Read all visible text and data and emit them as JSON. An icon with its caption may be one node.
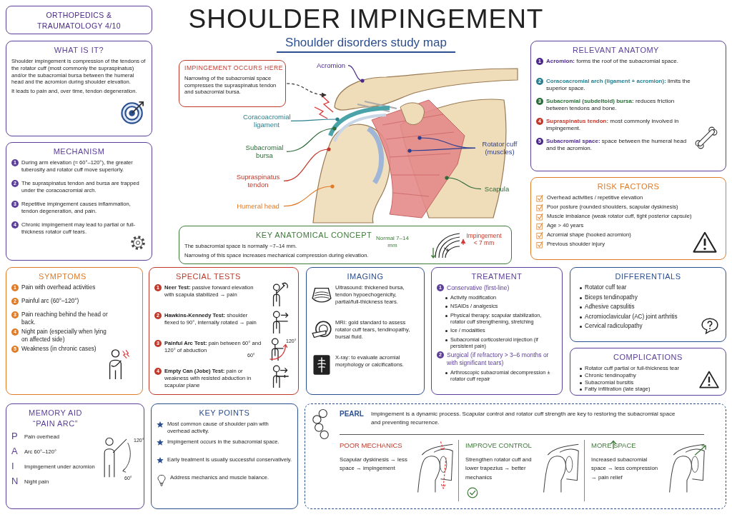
{
  "diagram": {
    "title": "SHOULDER IMPINGEMENT",
    "nodes": [
      {
        "text": [
          "ORTHOPEDICS & TRAUMATOLOGY 4/10"
        ]
      },
      {
        "text": [
          "WHAT IS IT?",
          "Shoulder impingement is compression of the tendons of the rotator cuff (most commonly the supraspinatus) and/or the subacromial bursa between the humeral head and the acromion during shoulder elevation.",
          "It leads to pain and, over time, tendon degeneration."
        ]
      },
      {
        "text": [
          "IMPINGEMENT OCCURS HERE",
          "Narrowing of the subacromial space compresses the supraspinatus tendon and subacromial bursa."
        ]
      },
      {
        "text": [
          "Acromion"
        ]
      },
      {
        "text": [
          "Coracoacromial ligament"
        ]
      },
      {
        "text": [
          "Subacromial bursa"
        ]
      },
      {
        "text": [
          "Supraspinatus tendon"
        ]
      },
      {
        "text": [
          "Humeral head"
        ]
      },
      {
        "text": [
          "Rotator cuff (muscles)"
        ]
      },
      {
        "text": [
          "Scapula"
        ]
      },
      {
        "text": [
          "RELEVANT ANATOMY",
          "1",
          "**Acromion:** forms the roof of the subacromial space.",
          "2",
          "**Coracoacromial arch (ligament + acromion):** limits the superior space.",
          "3",
          "**Subacromial (subdeltoid) bursa:** reduces friction between tendons and bone.",
          "4",
          "**Supraspinatus tendon:** most commonly involved in impingement.",
          "5",
          "**Subacromial space:** space between the humeral head and the acromion."
        ]
      },
      {
        "text": [
          "MECHANISM",
          "1",
          "During arm elevation (≈ 60°–120°), the greater tuberosity and rotator cuff move superiorly.",
          "2",
          "The supraspinatus tendon and bursa are trapped under the coracoacromial arch.",
          "3",
          "Repetitive impingement causes inflammation, tendon degeneration, and pain.",
          "4",
          "Chronic impingement may lead to partial or full-thickness rotator cuff tears."
        ]
      },
      {
        "text": [
          "KEY ANATOMICAL CONCEPT",
          "The subacromial space is normally ~7–14 mm.",
          "Narrowing of this space increases mechanical compression during elevation."
        ]
      },
      {
        "text": [],
        "shape": "picture",
        "in": 12,
        "beside": [
          "Normal 7–14 mm"
        ]
      },
      {
        "text": [
          "Impingement < 7 mm"
        ],
        "in": 12
      },
      {
        "text": [
          "RISK FACTORS",
          "Overhead activities / repetitive elevation",
          "Poor posture (rounded shoulders, scapular dyskinesis)",
          "Muscle imbalance (weak rotator cuff, tight posterior capsule)",
          "Age > 40 years",
          "Acromial shape (hooked acromion)",
          "Previous shoulder injury"
        ]
      },
      {
        "text": [
          "SYMPTOMS",
          "1",
          "Pain with overhead activities",
          "2",
          "Painful arc (60°–120°)",
          "3",
          "Pain reaching behind the head or back.",
          "4",
          "Night pain (especially when lying on affected side)",
          "5",
          "Weakness (in chronic cases)"
        ]
      },
      {
        "text": [
          "SPECIAL TESTS",
          "1",
          "**Neer Test:** passive forward elevation with scapula stabilized → pain",
          "2",
          "**Hawkins-Kennedy Test:** shoulder flexed to 90°, internally rotated → pain",
          "3",
          "**Painful Arc Test:** pain between 60° and 120° of abduction",
          "4",
          "**Empty Can (Jobe) Test:** pain or weakness with resisted abduction in scapular plane"
        ]
      },
      {
        "text": [
          "IMAGING",
          "Ultrasound: thickened bursa, tendon hypoechogenicity, partial/full-thickness tears.",
          "MRI: gold standard to assess rotator cuff tears, tendinopathy, bursal fluid.",
          "X-ray: to evaluate acromial morphology or calcifications."
        ]
      },
      {
        "text": [
          "TREATMENT",
          "1",
          "Conservative (first-line)",
          "Activity modification",
          "NSAIDs / analgesics",
          "Physical therapy: scapular stabilization, rotator cuff strengthening, stretching",
          "Ice / modalities",
          "Subacromial corticosteroid injection (if persistent pain)",
          "2",
          "Surgical (if refractory > 3–6 months or with significant tears)",
          "Arthroscopic subacromial decompression ± rotator cuff repair"
        ]
      },
      {
        "text": [
          "DIFFERENTIALS",
          "Rotator cuff tear",
          "Biceps tendinopathy",
          "Adhesive capsulitis",
          "Acromioclavicular (AC) joint arthritis",
          "Cervical radiculopathy"
        ]
      },
      {
        "text": [
          "COMPLICATIONS",
          "Rotator cuff partial or full-thickness tear",
          "Chronic tendinopathy",
          "Subacromial bursitis",
          "Fatty infiltration (late stage)"
        ]
      },
      {
        "text": [
          "MEMORY AID",
          "“PAIN ARC”",
          "P",
          "Pain overhead",
          "A",
          "Arc 60°–120°",
          "I",
          "Impingement under acromion",
          "N",
          "Night pain"
        ]
      },
      {
        "text": [
          "KEY POINTS",
          "Most common cause of shoulder pain with overhead activity.",
          "Impingement occurs in the subacromial space.",
          "Early treatment is usually successful conservatively.",
          "Address mechanics and muscle balance."
        ]
      },
      {
        "text": [
          "PEARL",
          "Impingement is a dynamic process. Scapular control and rotator cuff strength are key to restoring the subacromial space and preventing recurrence.",
          "POOR MECHANICS",
          "Scapular dyskinesis → less space → impingement",
          "IMPROVE CONTROL",
          "Strengthen rotator cuff and lower trapezius → better mechanics",
          "MORE SPACE",
          "Increased subacromial space → less compression → pain relief"
        ]
      }
    ],
    "edges": [
      {
        "from": 2,
        "to": null,
        "arrow": "to",
        "style": "dashed",
        "color": "#333333"
      },
      {
        "from": 3,
        "to": null,
        "arrow": "other",
        "color": "#4b2a8a"
      },
      {
        "from": 4,
        "to": null,
        "arrow": "other",
        "color": "#2a7f8f"
      },
      {
        "from": 5,
        "to": null,
        "arrow": "other",
        "color": "#2e6b3a"
      },
      {
        "from": 6,
        "to": null,
        "arrow": "other",
        "color": "#c0392b"
      },
      {
        "from": 7,
        "to": null,
        "arrow": "other",
        "color": "#e07b28"
      },
      {
        "from": 8,
        "to": null,
        "arrow": "other",
        "color": "#2c3e8f"
      },
      {
        "from": 8,
        "to": null,
        "arrow": "other",
        "color": "#2c3e8f"
      },
      {
        "from": 9,
        "to": null,
        "arrow": "other",
        "color": "#2e6b3a"
      },
      {
        "from": 13,
        "to": 14,
        "arrow": "to",
        "color": "#d63a3a"
      }
    ],
    "labels": [
      "Shoulder disorders study map",
      "120°",
      "60°",
      "120°",
      "60°"
    ]
  }
}
